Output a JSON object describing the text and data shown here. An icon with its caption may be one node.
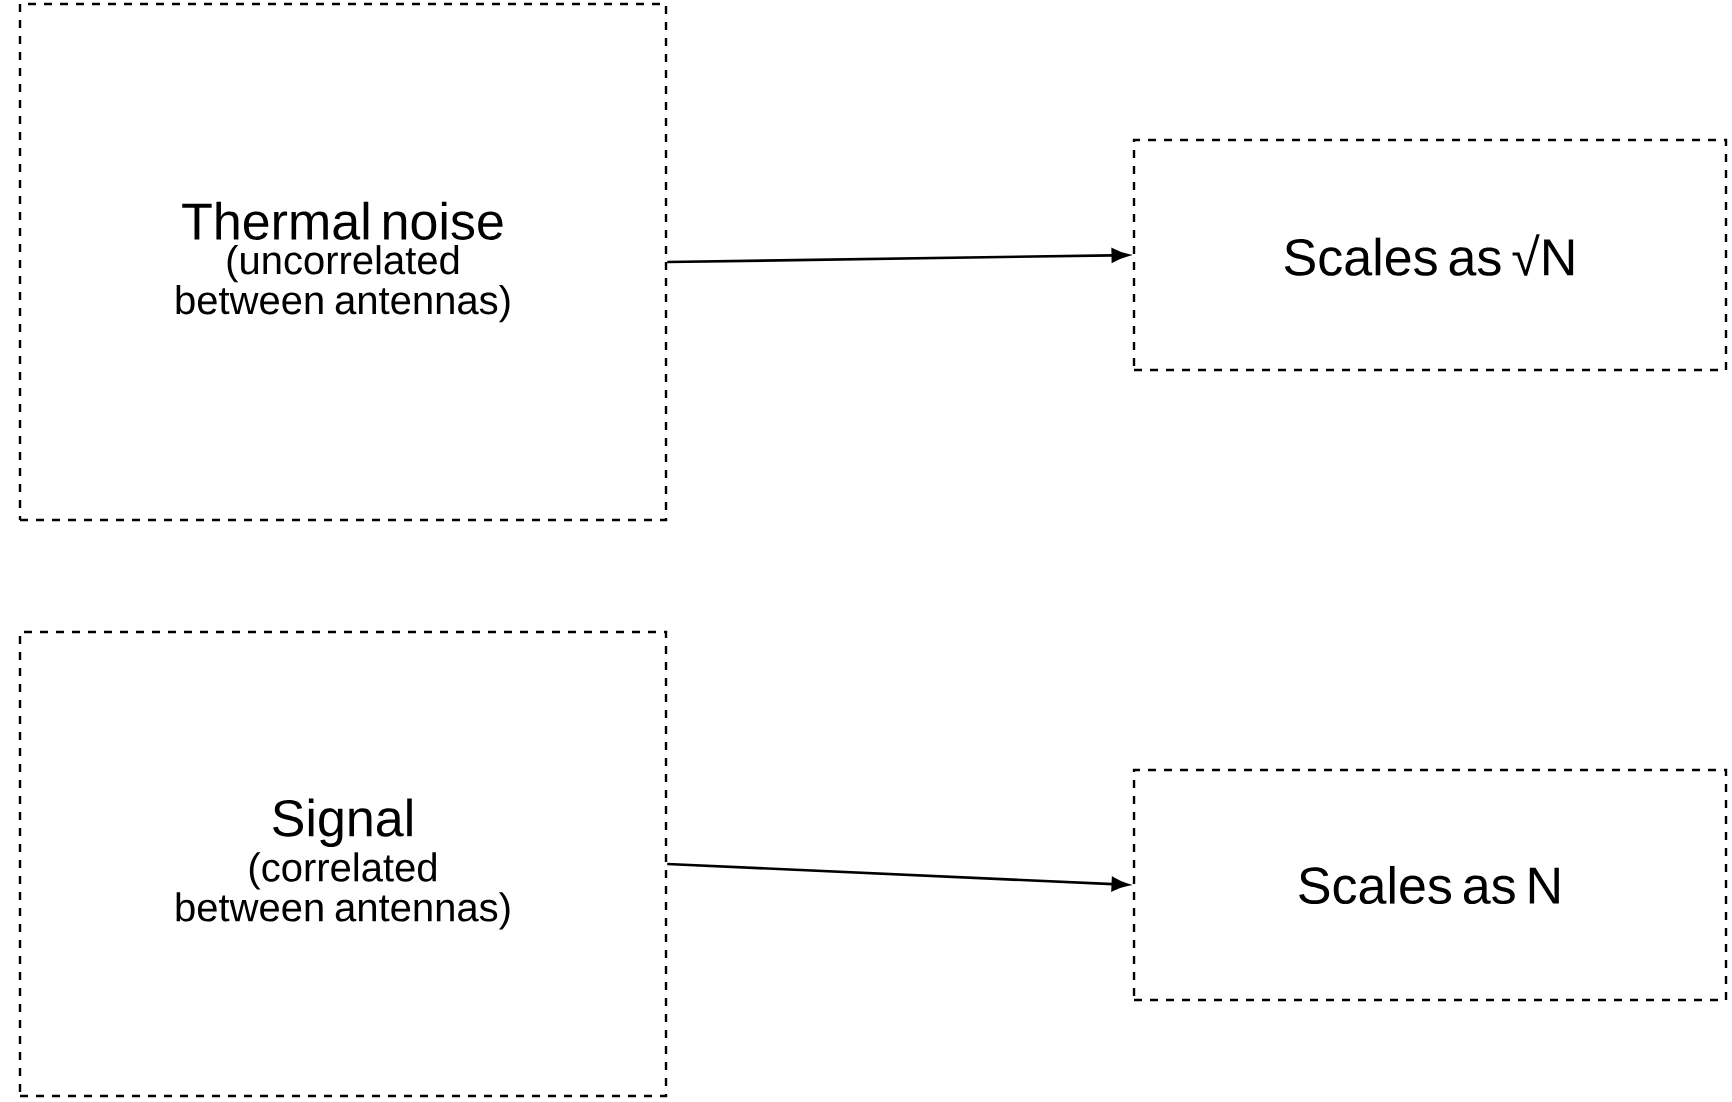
{
  "diagram": {
    "nodes": [
      {
        "text": [
          "Thermal noise",
          "(uncorrelated between antennas)"
        ]
      },
      {
        "text": [
          "Scales as √N"
        ]
      },
      {
        "text": [
          "Signal",
          "(correlated between antennas)"
        ]
      },
      {
        "text": [
          "Scales as N"
        ]
      }
    ],
    "edges": [
      {
        "from": 0,
        "to": 1,
        "arrow": "to"
      },
      {
        "from": 2,
        "to": 3,
        "arrow": "to"
      }
    ]
  }
}
